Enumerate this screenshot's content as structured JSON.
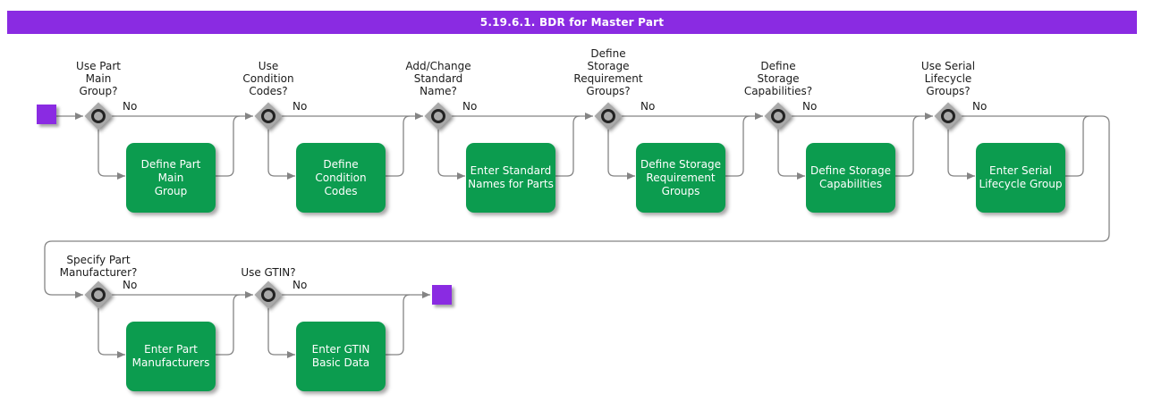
{
  "title": "5.19.6.1. BDR for Master Part",
  "edge_label_no": "No",
  "colors": {
    "banner": "#8A2BE2",
    "activity": "#0C9C4F",
    "line": "#848484",
    "shape": "#A9A9A9",
    "ring": "#222222"
  },
  "rows": [
    {
      "steps": [
        {
          "question": "Use Part\nMain\nGroup?",
          "activity": "Define Part Main\nGroup"
        },
        {
          "question": "Use\nCondition\nCodes?",
          "activity": "Define Condition\nCodes"
        },
        {
          "question": "Add/Change\nStandard\nName?",
          "activity": "Enter Standard\nNames for Parts"
        },
        {
          "question": "Define\nStorage\nRequirement\nGroups?",
          "activity": "Define Storage\nRequirement\nGroups"
        },
        {
          "question": "Define\nStorage\nCapabilities?",
          "activity": "Define Storage\nCapabilities"
        },
        {
          "question": "Use Serial\nLifecycle\nGroups?",
          "activity": "Enter Serial\nLifecycle Group"
        }
      ]
    },
    {
      "steps": [
        {
          "question": "Specify Part\nManufacturer?",
          "activity": "Enter Part\nManufacturers"
        },
        {
          "question": "Use GTIN?",
          "activity": "Enter GTIN\nBasic Data"
        }
      ]
    }
  ]
}
